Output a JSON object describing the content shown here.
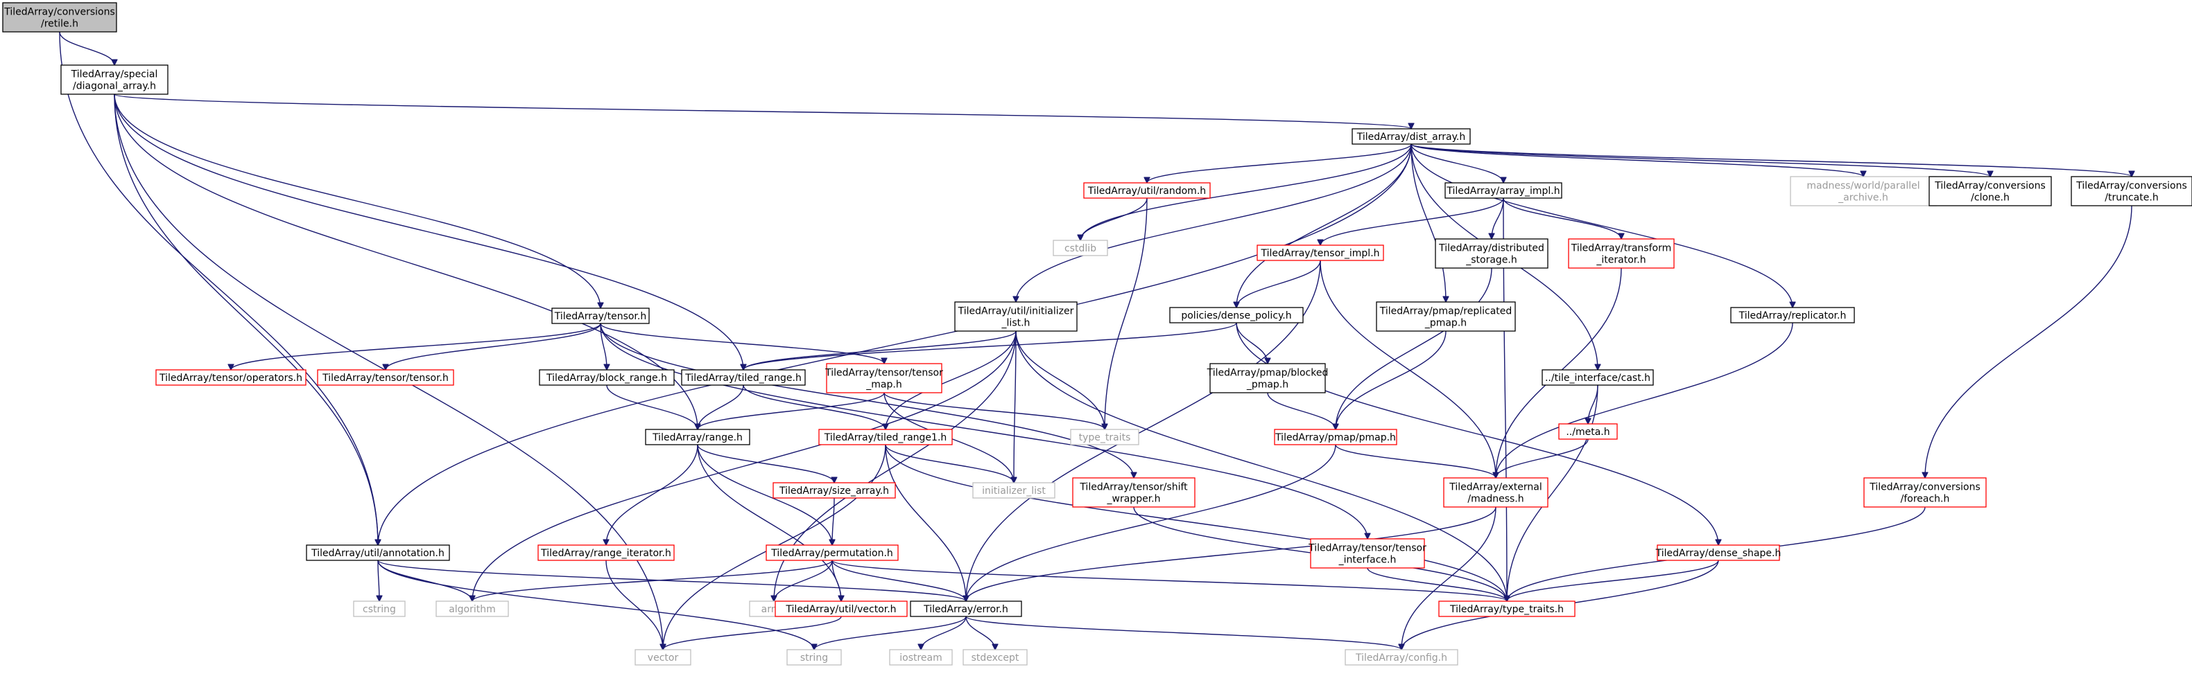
{
  "graph": {
    "kind": "include-dependency-graph",
    "colors": {
      "edge": "#191970",
      "root_fill": "#bfbfbf",
      "normal_border": "#000000",
      "truncated_border": "#ff0000",
      "external_border": "#bfbfbf",
      "normal_text": "#000000",
      "external_text": "#9a9a9a"
    },
    "nodes": [
      {
        "id": "retile",
        "lines": [
          "TiledArray/conversions",
          "/retile.h"
        ],
        "style": "root"
      },
      {
        "id": "diagonal_array",
        "lines": [
          "TiledArray/special",
          "/diagonal_array.h"
        ],
        "style": "normal"
      },
      {
        "id": "dist_array",
        "lines": [
          "TiledArray/dist_array.h"
        ],
        "style": "normal"
      },
      {
        "id": "util_random",
        "lines": [
          "TiledArray/util/random.h"
        ],
        "style": "truncated"
      },
      {
        "id": "array_impl",
        "lines": [
          "TiledArray/array_impl.h"
        ],
        "style": "normal"
      },
      {
        "id": "madness_archive",
        "lines": [
          "madness/world/parallel",
          "_archive.h"
        ],
        "style": "external"
      },
      {
        "id": "conv_clone",
        "lines": [
          "TiledArray/conversions",
          "/clone.h"
        ],
        "style": "normal"
      },
      {
        "id": "conv_truncate",
        "lines": [
          "TiledArray/conversions",
          "/truncate.h"
        ],
        "style": "normal"
      },
      {
        "id": "cstdlib",
        "lines": [
          "cstdlib"
        ],
        "style": "external"
      },
      {
        "id": "tensor_impl",
        "lines": [
          "TiledArray/tensor_impl.h"
        ],
        "style": "truncated"
      },
      {
        "id": "distributed_storage",
        "lines": [
          "TiledArray/distributed",
          "_storage.h"
        ],
        "style": "normal"
      },
      {
        "id": "transform_iterator",
        "lines": [
          "TiledArray/transform",
          "_iterator.h"
        ],
        "style": "truncated"
      },
      {
        "id": "tensor_h",
        "lines": [
          "TiledArray/tensor.h"
        ],
        "style": "normal"
      },
      {
        "id": "initializer_list_h",
        "lines": [
          "TiledArray/util/initializer",
          "_list.h"
        ],
        "style": "normal"
      },
      {
        "id": "dense_policy",
        "lines": [
          "policies/dense_policy.h"
        ],
        "style": "normal"
      },
      {
        "id": "pmap_replicated",
        "lines": [
          "TiledArray/pmap/replicated",
          "_pmap.h"
        ],
        "style": "normal"
      },
      {
        "id": "replicator",
        "lines": [
          "TiledArray/replicator.h"
        ],
        "style": "normal"
      },
      {
        "id": "tensor_operators",
        "lines": [
          "TiledArray/tensor/operators.h"
        ],
        "style": "truncated"
      },
      {
        "id": "tensor_tensor",
        "lines": [
          "TiledArray/tensor/tensor.h"
        ],
        "style": "truncated"
      },
      {
        "id": "block_range",
        "lines": [
          "TiledArray/block_range.h"
        ],
        "style": "normal"
      },
      {
        "id": "tiled_range",
        "lines": [
          "TiledArray/tiled_range.h"
        ],
        "style": "normal"
      },
      {
        "id": "tensor_map",
        "lines": [
          "TiledArray/tensor/tensor",
          "_map.h"
        ],
        "style": "truncated"
      },
      {
        "id": "pmap_blocked",
        "lines": [
          "TiledArray/pmap/blocked",
          "_pmap.h"
        ],
        "style": "normal"
      },
      {
        "id": "cast",
        "lines": [
          "../tile_interface/cast.h"
        ],
        "style": "normal"
      },
      {
        "id": "type_traits_std",
        "lines": [
          "type_traits"
        ],
        "style": "external"
      },
      {
        "id": "range_h",
        "lines": [
          "TiledArray/range.h"
        ],
        "style": "normal"
      },
      {
        "id": "tiled_range1",
        "lines": [
          "TiledArray/tiled_range1.h"
        ],
        "style": "truncated"
      },
      {
        "id": "pmap_pmap",
        "lines": [
          "TiledArray/pmap/pmap.h"
        ],
        "style": "truncated"
      },
      {
        "id": "meta",
        "lines": [
          "../meta.h"
        ],
        "style": "truncated"
      },
      {
        "id": "size_array",
        "lines": [
          "TiledArray/size_array.h"
        ],
        "style": "truncated"
      },
      {
        "id": "initializer_list_std",
        "lines": [
          "initializer_list"
        ],
        "style": "external"
      },
      {
        "id": "tensor_shift",
        "lines": [
          "TiledArray/tensor/shift",
          "_wrapper.h"
        ],
        "style": "truncated"
      },
      {
        "id": "external_madness",
        "lines": [
          "TiledArray/external",
          "/madness.h"
        ],
        "style": "truncated"
      },
      {
        "id": "conv_foreach",
        "lines": [
          "TiledArray/conversions",
          "/foreach.h"
        ],
        "style": "truncated"
      },
      {
        "id": "annotation",
        "lines": [
          "TiledArray/util/annotation.h"
        ],
        "style": "normal"
      },
      {
        "id": "range_iterator",
        "lines": [
          "TiledArray/range_iterator.h"
        ],
        "style": "truncated"
      },
      {
        "id": "permutation",
        "lines": [
          "TiledArray/permutation.h"
        ],
        "style": "truncated"
      },
      {
        "id": "tensor_interface",
        "lines": [
          "TiledArray/tensor/tensor",
          "_interface.h"
        ],
        "style": "truncated"
      },
      {
        "id": "dense_shape",
        "lines": [
          "TiledArray/dense_shape.h"
        ],
        "style": "truncated"
      },
      {
        "id": "cstring",
        "lines": [
          "cstring"
        ],
        "style": "external"
      },
      {
        "id": "algorithm",
        "lines": [
          "algorithm"
        ],
        "style": "external"
      },
      {
        "id": "array_std",
        "lines": [
          "array"
        ],
        "style": "external"
      },
      {
        "id": "util_vector",
        "lines": [
          "TiledArray/util/vector.h"
        ],
        "style": "truncated"
      },
      {
        "id": "error_h",
        "lines": [
          "TiledArray/error.h"
        ],
        "style": "normal"
      },
      {
        "id": "type_traits_ta",
        "lines": [
          "TiledArray/type_traits.h"
        ],
        "style": "truncated"
      },
      {
        "id": "vector_std",
        "lines": [
          "vector"
        ],
        "style": "external"
      },
      {
        "id": "string_std",
        "lines": [
          "string"
        ],
        "style": "external"
      },
      {
        "id": "iostream",
        "lines": [
          "iostream"
        ],
        "style": "external"
      },
      {
        "id": "stdexcept",
        "lines": [
          "stdexcept"
        ],
        "style": "external"
      },
      {
        "id": "config",
        "lines": [
          "TiledArray/config.h"
        ],
        "style": "external"
      }
    ],
    "edges": [
      [
        "retile",
        "diagonal_array"
      ],
      [
        "retile",
        "annotation"
      ],
      [
        "diagonal_array",
        "dist_array"
      ],
      [
        "diagonal_array",
        "tensor_h"
      ],
      [
        "diagonal_array",
        "tiled_range"
      ],
      [
        "diagonal_array",
        "range_h"
      ],
      [
        "diagonal_array",
        "annotation"
      ],
      [
        "diagonal_array",
        "vector_std"
      ],
      [
        "dist_array",
        "util_random"
      ],
      [
        "dist_array",
        "array_impl"
      ],
      [
        "dist_array",
        "madness_archive"
      ],
      [
        "dist_array",
        "conv_clone"
      ],
      [
        "dist_array",
        "conv_truncate"
      ],
      [
        "dist_array",
        "cstdlib"
      ],
      [
        "dist_array",
        "initializer_list_h"
      ],
      [
        "dist_array",
        "dense_policy"
      ],
      [
        "dist_array",
        "pmap_replicated"
      ],
      [
        "dist_array",
        "replicator"
      ],
      [
        "dist_array",
        "cast"
      ],
      [
        "dist_array",
        "annotation"
      ],
      [
        "util_random",
        "cstdlib"
      ],
      [
        "util_random",
        "type_traits_std"
      ],
      [
        "array_impl",
        "tensor_impl"
      ],
      [
        "array_impl",
        "distributed_storage"
      ],
      [
        "array_impl",
        "transform_iterator"
      ],
      [
        "array_impl",
        "type_traits_ta"
      ],
      [
        "conv_truncate",
        "conv_foreach"
      ],
      [
        "tensor_impl",
        "dense_policy"
      ],
      [
        "tensor_impl",
        "external_madness"
      ],
      [
        "tensor_impl",
        "error_h"
      ],
      [
        "distributed_storage",
        "pmap_pmap"
      ],
      [
        "transform_iterator",
        "external_madness"
      ],
      [
        "tensor_h",
        "tensor_operators"
      ],
      [
        "tensor_h",
        "tensor_tensor"
      ],
      [
        "tensor_h",
        "block_range"
      ],
      [
        "tensor_h",
        "tensor_map"
      ],
      [
        "tensor_h",
        "tensor_shift"
      ],
      [
        "tensor_h",
        "tensor_interface"
      ],
      [
        "initializer_list_h",
        "tiled_range"
      ],
      [
        "initializer_list_h",
        "tiled_range1"
      ],
      [
        "initializer_list_h",
        "type_traits_std"
      ],
      [
        "initializer_list_h",
        "initializer_list_std"
      ],
      [
        "initializer_list_h",
        "type_traits_ta"
      ],
      [
        "initializer_list_h",
        "algorithm"
      ],
      [
        "initializer_list_h",
        "array_std"
      ],
      [
        "dense_policy",
        "tiled_range"
      ],
      [
        "dense_policy",
        "pmap_blocked"
      ],
      [
        "dense_policy",
        "dense_shape"
      ],
      [
        "pmap_replicated",
        "pmap_pmap"
      ],
      [
        "replicator",
        "external_madness"
      ],
      [
        "block_range",
        "range_h"
      ],
      [
        "tiled_range",
        "range_h"
      ],
      [
        "tiled_range",
        "tiled_range1"
      ],
      [
        "tensor_map",
        "range_h"
      ],
      [
        "tensor_map",
        "type_traits_std"
      ],
      [
        "tensor_map",
        "initializer_list_std"
      ],
      [
        "pmap_blocked",
        "pmap_pmap"
      ],
      [
        "cast",
        "meta"
      ],
      [
        "cast",
        "type_traits_ta"
      ],
      [
        "range_h",
        "size_array"
      ],
      [
        "range_h",
        "range_iterator"
      ],
      [
        "range_h",
        "permutation"
      ],
      [
        "range_h",
        "util_vector"
      ],
      [
        "tiled_range1",
        "initializer_list_std"
      ],
      [
        "tiled_range1",
        "error_h"
      ],
      [
        "tiled_range1",
        "type_traits_ta"
      ],
      [
        "tiled_range1",
        "vector_std"
      ],
      [
        "pmap_pmap",
        "external_madness"
      ],
      [
        "pmap_pmap",
        "error_h"
      ],
      [
        "meta",
        "external_madness"
      ],
      [
        "size_array",
        "permutation"
      ],
      [
        "tensor_shift",
        "type_traits_ta"
      ],
      [
        "external_madness",
        "error_h"
      ],
      [
        "external_madness",
        "config"
      ],
      [
        "conv_foreach",
        "type_traits_ta"
      ],
      [
        "annotation",
        "cstring"
      ],
      [
        "annotation",
        "algorithm"
      ],
      [
        "annotation",
        "error_h"
      ],
      [
        "annotation",
        "string_std"
      ],
      [
        "range_iterator",
        "vector_std"
      ],
      [
        "permutation",
        "algorithm"
      ],
      [
        "permutation",
        "array_std"
      ],
      [
        "permutation",
        "util_vector"
      ],
      [
        "permutation",
        "error_h"
      ],
      [
        "permutation",
        "type_traits_ta"
      ],
      [
        "tensor_interface",
        "type_traits_ta"
      ],
      [
        "dense_shape",
        "type_traits_ta"
      ],
      [
        "dense_shape",
        "config"
      ],
      [
        "util_vector",
        "vector_std"
      ],
      [
        "error_h",
        "string_std"
      ],
      [
        "error_h",
        "iostream"
      ],
      [
        "error_h",
        "stdexcept"
      ],
      [
        "error_h",
        "config"
      ]
    ]
  }
}
